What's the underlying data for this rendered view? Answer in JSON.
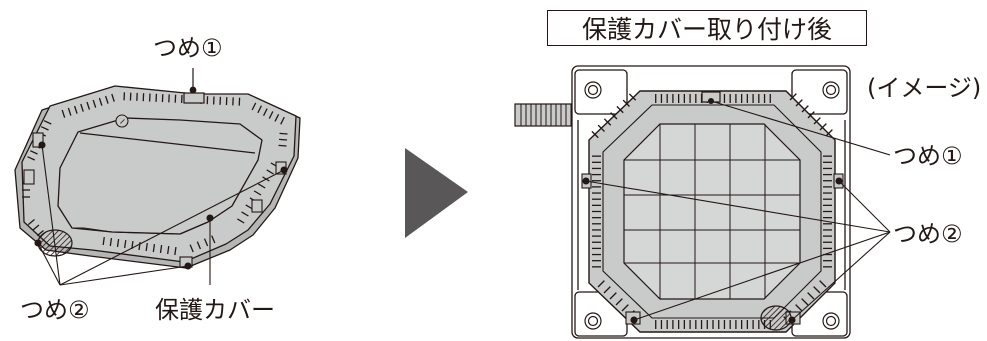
{
  "left": {
    "claw1_label": "つめ①",
    "claw2_label": "つめ②",
    "cover_label": "保護カバー"
  },
  "right": {
    "title": "保護カバー取り付け後",
    "image_note": "(イメージ)",
    "claw1_label": "つめ①",
    "claw2_label": "つめ②"
  },
  "colors": {
    "line": "#231815",
    "cover_fill": "#c9caca",
    "cover_dark": "#b5b6b6",
    "arrow": "#595757",
    "grid_fill": "#d5d6d6"
  }
}
